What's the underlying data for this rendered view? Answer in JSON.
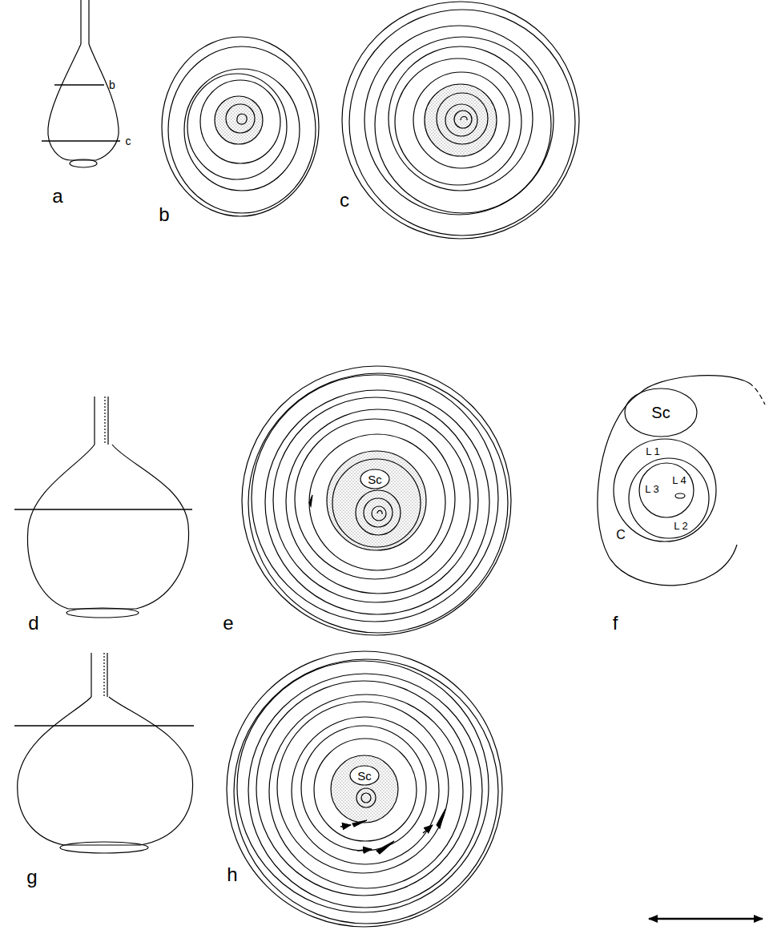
{
  "diagram": {
    "labels": [
      "b",
      "c",
      "a",
      "b",
      "c",
      "d",
      "e",
      "Sc",
      "f",
      "Sc",
      "L 1",
      "L 3",
      "L 4",
      "L 2",
      "C",
      "g",
      "h",
      "Sc"
    ]
  }
}
